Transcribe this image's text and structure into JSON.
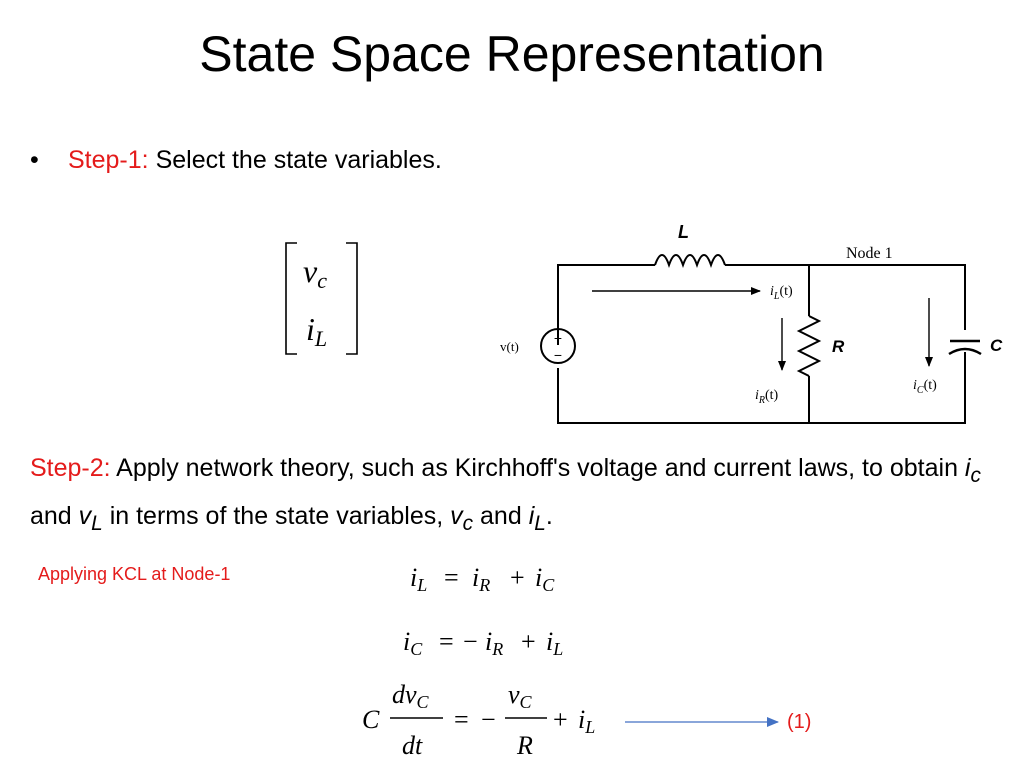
{
  "slide": {
    "title": "State Space Representation",
    "step1": {
      "bullet": "•",
      "label": "Step-1:",
      "text": "Select the state variables."
    },
    "state_vector": {
      "top_var": "v",
      "top_sub": "c",
      "bottom_var": "i",
      "bottom_sub": "L"
    },
    "circuit": {
      "inductor_label": "L",
      "node_label": "Node 1",
      "source_label": "v(t)",
      "source_plus": "+",
      "source_minus": "−",
      "il_label": "i",
      "il_sub": "L",
      "il_arg": "(t)",
      "resistor_label": "R",
      "ir_label": "i",
      "ir_sub": "R",
      "ir_arg": "(t)",
      "ic_label": "i",
      "ic_sub": "C",
      "ic_arg": "(t)",
      "capacitor_label": "C"
    },
    "step2": {
      "label": "Step-2:",
      "text_1": " Apply network theory, such as Kirchhoff's voltage and current laws, to obtain ",
      "var1": "i",
      "var1_sub": "c",
      "text_2": " and ",
      "var2": "v",
      "var2_sub": "L",
      "text_3": " in terms of the state variables, ",
      "var3": "v",
      "var3_sub": "c",
      "text_4": " and ",
      "var4": "i",
      "var4_sub": "L",
      "text_5": "."
    },
    "kcl_note": "Applying KCL at Node-1",
    "equations": {
      "eq1": {
        "lhs": "i",
        "lhs_sub": "L",
        "op": "=",
        "t1": "i",
        "t1_sub": "R",
        "plus": "+",
        "t2": "i",
        "t2_sub": "C"
      },
      "eq2": {
        "lhs": "i",
        "lhs_sub": "C",
        "op": "=",
        "minus": "−",
        "t1": "i",
        "t1_sub": "R",
        "plus": "+",
        "t2": "i",
        "t2_sub": "L"
      },
      "eq3": {
        "coef": "C",
        "num": "dv",
        "num_sub": "C",
        "den": "dt",
        "op": "=",
        "minus": "−",
        "frac_num": "v",
        "frac_num_sub": "C",
        "frac_den": "R",
        "plus": "+",
        "t2": "i",
        "t2_sub": "L"
      },
      "eq_number": "(1)"
    },
    "colors": {
      "accent_red": "#e41b1b",
      "arrow_blue": "#4472c4"
    }
  }
}
